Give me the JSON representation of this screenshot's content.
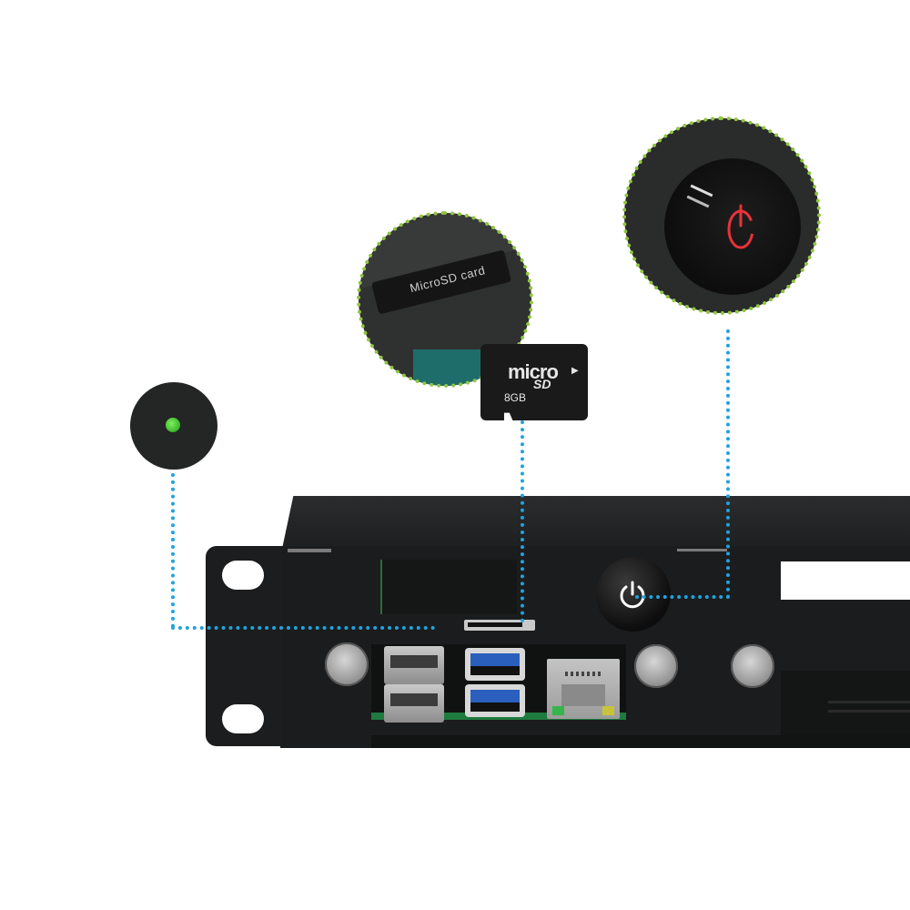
{
  "image": {
    "subject": "1U rack-mount mini PC front panel with callouts",
    "background": "#ffffff"
  },
  "callouts": {
    "status_led": {
      "label": "status LED",
      "led_color": "#3ec12a"
    },
    "microsd_slot": {
      "slot_label": "MicroSD card",
      "ring_color": "#8fc63f"
    },
    "microsd_card": {
      "logo_top": "micro",
      "logo_bottom": "SD",
      "capacity": "8GB",
      "arrow": "▶"
    },
    "power_button": {
      "icon": "power-icon",
      "icon_color": "#e8323a",
      "ring_color": "#8fc63f"
    }
  },
  "leader_line_color": "#1fa3df",
  "front_panel": {
    "usb2_ports": 2,
    "usb3_ports": 2,
    "ethernet_ports": 1,
    "power_button_icon": "⏻",
    "thumb_screws": 3,
    "rack_ear_holes": 2,
    "ethernet_led_left": "#35b54a",
    "ethernet_led_right": "#c8c43a",
    "usb3_color": "#2a5fbd"
  }
}
